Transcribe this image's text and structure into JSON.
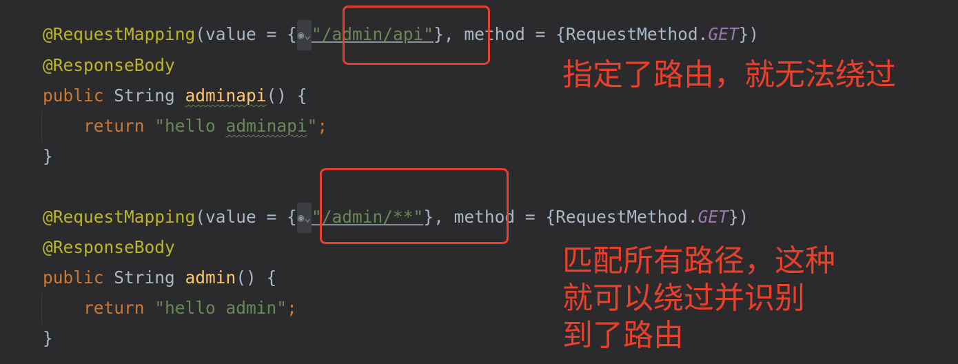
{
  "code_block_1": {
    "annotation_1": "@RequestMapping",
    "args_prefix": "(value = {",
    "path_string": "\"/admin/api\"",
    "args_suffix": "}, method = {RequestMethod.",
    "method_const": "GET",
    "args_close": "})",
    "annotation_2": "@ResponseBody",
    "kw_public": "public",
    "type": " String ",
    "method_name": "adminapi",
    "sig_tail": "() {",
    "kw_return": "return",
    "return_string_a": "\"hello ",
    "return_string_b": "adminapi",
    "return_string_c": "\"",
    "semicolon": ";",
    "close_brace": "}"
  },
  "code_block_2": {
    "annotation_1": "@RequestMapping",
    "args_prefix": "(value = {",
    "path_string": "\"/admin/**\"",
    "args_suffix": "}, method = {RequestMethod.",
    "method_const": "GET",
    "args_close": "})",
    "annotation_2": "@ResponseBody",
    "kw_public": "public",
    "type": " String ",
    "method_name": "admin",
    "sig_tail": "() {",
    "kw_return": "return",
    "return_string": "\"hello admin\"",
    "semicolon": ";",
    "close_brace": "}"
  },
  "icons": {
    "globe": "globe-icon",
    "chevron": "chevron-down-icon"
  },
  "annotations": {
    "note_1": "指定了路由，就无法绕过",
    "note_2_lines": [
      "匹配所有路径，这种",
      "就可以绕过并识别",
      "到了路由"
    ]
  },
  "colors": {
    "highlight": "#e8402a",
    "background": "#2b2b2d"
  }
}
